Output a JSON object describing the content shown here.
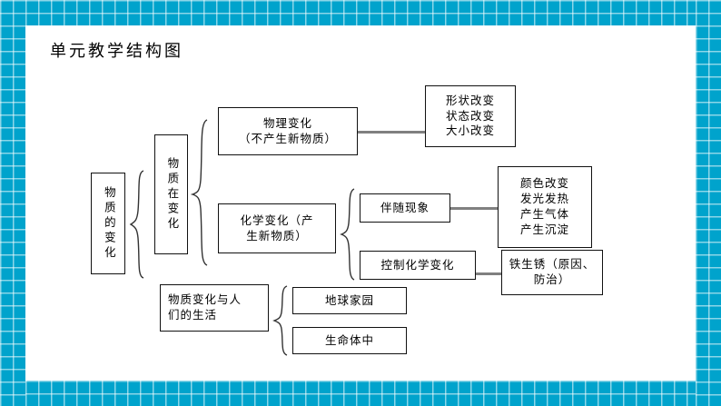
{
  "slide": {
    "title": "单元教学结构图",
    "border_color": "#00a3cc",
    "background": "#ffffff",
    "connector_color": "#808080",
    "box_border_color": "#111111"
  },
  "diagram": {
    "type": "tree-structure-chart",
    "root": {
      "label": "物质的变化",
      "orientation": "vertical"
    },
    "branches": [
      {
        "label": "物质在变化",
        "orientation": "vertical",
        "children": [
          {
            "label": "物理变化\n（不产生新物质）",
            "lines": [
              "物理变化",
              "（不产生新物质）"
            ],
            "children": [
              {
                "label": "形状改变\n状态改变\n大小改变",
                "lines": [
                  "形状改变",
                  "状态改变",
                  "大小改变"
                ]
              }
            ]
          },
          {
            "label": "化学变化（产生新物质）",
            "lines": [
              "化学变化（产",
              "生新物质）"
            ],
            "children": [
              {
                "label": "伴随现象",
                "lines": [
                  "伴随现象"
                ],
                "children": [
                  {
                    "label": "颜色改变\n发光发热\n产生气体\n产生沉淀",
                    "lines": [
                      "颜色改变",
                      "发光发热",
                      "产生气体",
                      "产生沉淀"
                    ]
                  }
                ]
              },
              {
                "label": "控制化学变化",
                "lines": [
                  "控制化学变化"
                ],
                "children": [
                  {
                    "label": "铁生锈（原因、防治）",
                    "lines": [
                      "铁生锈（原因、",
                      "防治）"
                    ]
                  }
                ]
              }
            ]
          }
        ]
      },
      {
        "label": "物质变化与人们的生活",
        "lines": [
          "物质变化与人",
          "们的生活"
        ],
        "children": [
          {
            "label": "地球家园",
            "lines": [
              "地球家园"
            ]
          },
          {
            "label": "生命体中",
            "lines": [
              "生命体中"
            ]
          }
        ]
      }
    ]
  },
  "nodes": {
    "root": "物质的变化",
    "matter_changing": "物质在变化",
    "physical_change_l1": "物理变化",
    "physical_change_l2": "（不产生新物质）",
    "shape_l1": "形状改变",
    "shape_l2": "状态改变",
    "shape_l3": "大小改变",
    "chemical_change_l1": "化学变化（产",
    "chemical_change_l2": "生新物质）",
    "phenomena": "伴随现象",
    "phenomena_l1": "颜色改变",
    "phenomena_l2": "发光发热",
    "phenomena_l3": "产生气体",
    "phenomena_l4": "产生沉淀",
    "control_chem": "控制化学变化",
    "rust_l1": "铁生锈（原因、",
    "rust_l2": "防治）",
    "life_l1": "物质变化与人",
    "life_l2": "们的生活",
    "earth_home": "地球家园",
    "in_living_body": "生命体中"
  }
}
